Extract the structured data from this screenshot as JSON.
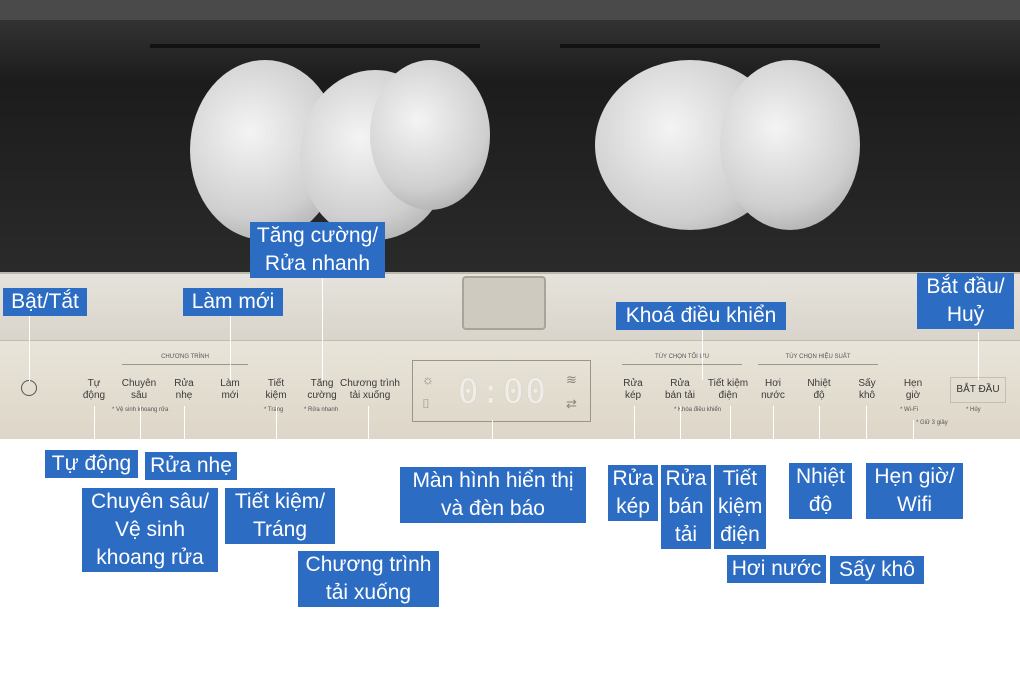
{
  "panel": {
    "group_program": "CHƯƠNG TRÌNH",
    "group_optimal": "TÙY CHỌN TỐI ƯU",
    "group_performance": "TÙY CHỌN HIỆU SUẤT",
    "buttons": [
      {
        "text": "Tự\nđộng"
      },
      {
        "text": "Chuyên\nsâu"
      },
      {
        "text": "Rửa\nnhẹ"
      },
      {
        "text": "Làm\nmới"
      },
      {
        "text": "Tiết\nkiệm"
      },
      {
        "text": "Tăng\ncường"
      },
      {
        "text": "Chương trình\ntải xuống"
      },
      {
        "text": "Rửa\nkép"
      },
      {
        "text": "Rửa\nbán tải"
      },
      {
        "text": "Tiết kiệm\nđiện"
      },
      {
        "text": "Hơi\nnước"
      },
      {
        "text": "Nhiệt\nđộ"
      },
      {
        "text": "Sấy\nkhô"
      },
      {
        "text": "Hẹn\ngiờ"
      }
    ],
    "sub_ve_sinh": "* Vệ sinh khoang rửa",
    "sub_trang": "* Tráng",
    "sub_rua_nhanh": "* Rửa nhanh",
    "sub_khoa": "* Khóa điều khiển",
    "sub_wifi": "* Wi-Fi",
    "sub_giu": "* Giữ 3 giây",
    "sub_huy": "* Hủy",
    "start": "BẮT ĐẦU",
    "display_digits": "0:00"
  },
  "labels": {
    "bat_tat": "Bật/Tắt",
    "lam_moi": "Làm mới",
    "tang_cuong": "Tăng cường/\nRửa nhanh",
    "khoa": "Khoá điều khiển",
    "bat_dau": "Bắt đầu/\nHuỷ",
    "tu_dong": "Tự động",
    "rua_nhe": "Rửa nhẹ",
    "chuyen_sau": "Chuyên sâu/\nVệ sinh\nkhoang rửa",
    "tiet_kiem": "Tiết kiệm/\nTráng",
    "chuong_trinh": "Chương trình\ntải xuống",
    "man_hinh": "Màn hình hiển thị\nvà đèn báo",
    "rua_kep": "Rửa\nkép",
    "rua_ban_tai": "Rửa\nbán\ntải",
    "tiet_kiem_dien": "Tiết\nkiệm\nđiện",
    "hoi_nuoc": "Hơi nước",
    "nhiet_do": "Nhiệt\nđộ",
    "say_kho": "Sấy khô",
    "hen_gio": "Hẹn giờ/\nWifi"
  },
  "colors": {
    "label_bg": "#2c6cc3",
    "label_text": "#ffffff"
  }
}
